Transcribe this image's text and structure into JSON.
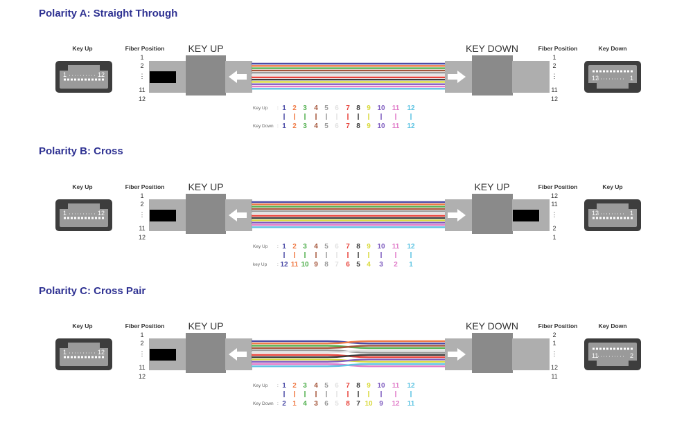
{
  "fiber_colors": [
    "#4b4ba6",
    "#f07a45",
    "#52b04f",
    "#a5553a",
    "#9a9a9a",
    "#e2e2e2",
    "#e8423a",
    "#3a3a3a",
    "#d9d93a",
    "#7e5bbf",
    "#e07ac8",
    "#5cc3e2"
  ],
  "colors": {
    "title": "#2e3192",
    "boot": "#8a8a8a",
    "sleeve": "#b0b0b0",
    "connector": "#3d3d3d"
  },
  "sections": [
    {
      "title": "Polarity A: Straight Through",
      "type": "straight",
      "left": {
        "connector_label": "Key Up",
        "fiber_position_label": "Fiber Position",
        "key_label": "KEY UP",
        "positions": [
          "1",
          "2",
          "⋮",
          "11",
          "12"
        ],
        "connector_numbers": [
          "1",
          "12"
        ],
        "key": "up",
        "marker": true
      },
      "right": {
        "connector_label": "Key Down",
        "fiber_position_label": "Fiber Position",
        "key_label": "KEY DOWN",
        "positions": [
          "1",
          "2",
          "⋮",
          "11",
          "12"
        ],
        "connector_numbers": [
          "12",
          "1"
        ],
        "key": "down",
        "marker": false
      },
      "mapping": {
        "top_label": "Key Up",
        "bottom_label": "Key Down",
        "top": [
          "1",
          "2",
          "3",
          "4",
          "5",
          "6",
          "7",
          "8",
          "9",
          "10",
          "11",
          "12"
        ],
        "bottom": [
          "1",
          "2",
          "3",
          "4",
          "5",
          "6",
          "7",
          "8",
          "9",
          "10",
          "11",
          "12"
        ]
      }
    },
    {
      "title": "Polarity B: Cross",
      "type": "cross",
      "left": {
        "connector_label": "Key Up",
        "fiber_position_label": "Fiber Position",
        "key_label": "KEY UP",
        "positions": [
          "1",
          "2",
          "⋮",
          "11",
          "12"
        ],
        "connector_numbers": [
          "1",
          "12"
        ],
        "key": "up",
        "marker": true
      },
      "right": {
        "connector_label": "Key Up",
        "fiber_position_label": "Fiber Position",
        "key_label": "KEY UP",
        "positions": [
          "12",
          "11",
          "⋮",
          "2",
          "1"
        ],
        "connector_numbers": [
          "12",
          "1"
        ],
        "key": "up",
        "marker": true
      },
      "mapping": {
        "top_label": "Key Up",
        "bottom_label": "key Up",
        "top": [
          "1",
          "2",
          "3",
          "4",
          "5",
          "6",
          "7",
          "8",
          "9",
          "10",
          "11",
          "12"
        ],
        "bottom": [
          "12",
          "11",
          "10",
          "9",
          "8",
          "7",
          "6",
          "5",
          "4",
          "3",
          "2",
          "1"
        ]
      }
    },
    {
      "title": "Polarity C: Cross Pair",
      "type": "pair",
      "left": {
        "connector_label": "Key Up",
        "fiber_position_label": "Fiber Position",
        "key_label": "KEY UP",
        "positions": [
          "1",
          "2",
          "⋮",
          "11",
          "12"
        ],
        "connector_numbers": [
          "1",
          "12"
        ],
        "key": "up",
        "marker": true
      },
      "right": {
        "connector_label": "Key Down",
        "fiber_position_label": "Fiber Position",
        "key_label": "KEY DOWN",
        "positions": [
          "2",
          "1",
          "⋮",
          "12",
          "11"
        ],
        "connector_numbers": [
          "11",
          "2"
        ],
        "key": "down",
        "marker": false
      },
      "mapping": {
        "top_label": "Key Up",
        "bottom_label": "Key Down",
        "top": [
          "1",
          "2",
          "3",
          "4",
          "5",
          "6",
          "7",
          "8",
          "9",
          "10",
          "11",
          "12"
        ],
        "bottom": [
          "2",
          "1",
          "4",
          "3",
          "6",
          "5",
          "8",
          "7",
          "10",
          "9",
          "12",
          "11"
        ]
      }
    }
  ]
}
